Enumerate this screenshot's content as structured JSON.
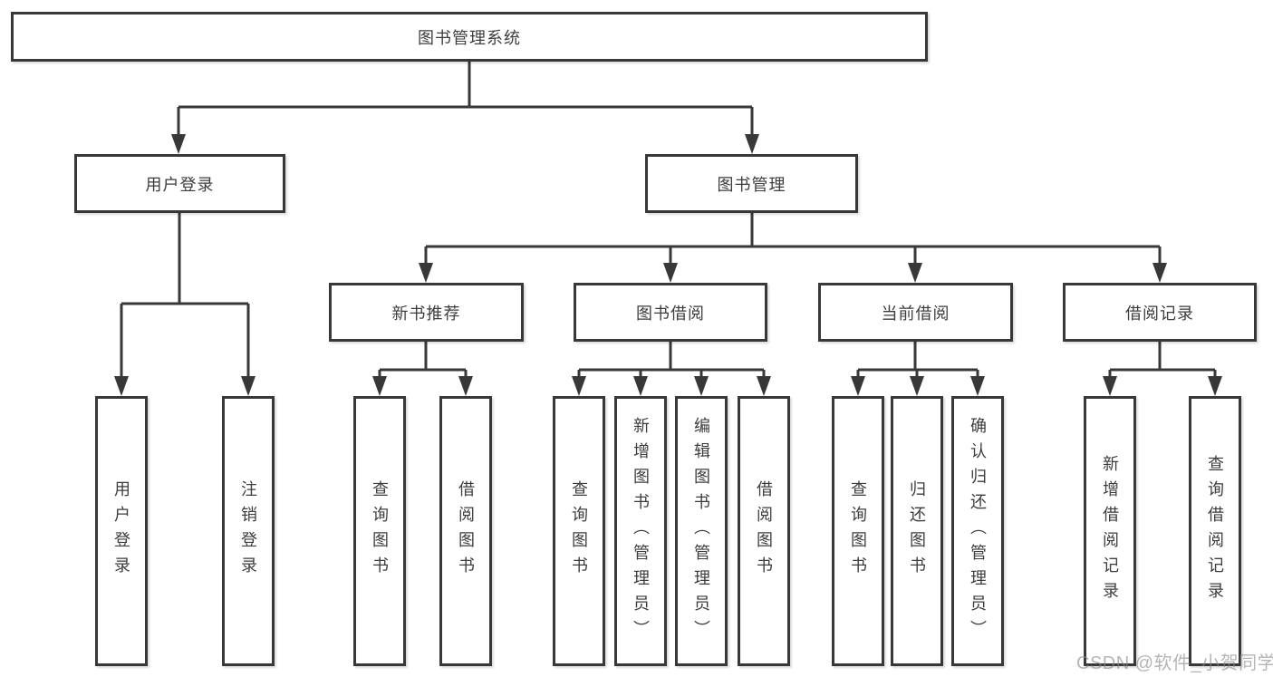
{
  "diagram_title": "图书管理系统",
  "nodes": {
    "root": "图书管理系统",
    "user_login": {
      "label": "用户登录",
      "children": [
        "用户登录",
        "注销登录"
      ]
    },
    "book_mgmt": {
      "label": "图书管理",
      "children": [
        {
          "label": "新书推荐",
          "children": [
            "查询图书",
            "借阅图书"
          ]
        },
        {
          "label": "图书借阅",
          "children": [
            "查询图书",
            "新增图书（管理员）",
            "编辑图书（管理员）",
            "借阅图书"
          ]
        },
        {
          "label": "当前借阅",
          "children": [
            "查询图书",
            "归还图书",
            "确认归还（管理员）"
          ]
        },
        {
          "label": "借阅记录",
          "children": [
            "新增借阅记录",
            "查询借阅记录"
          ]
        }
      ]
    }
  },
  "watermark": "CSDN @软件_小贺同学",
  "colors": {
    "line": "#383838",
    "text": "#3d3d3d",
    "watermark_gray": "#878787"
  }
}
